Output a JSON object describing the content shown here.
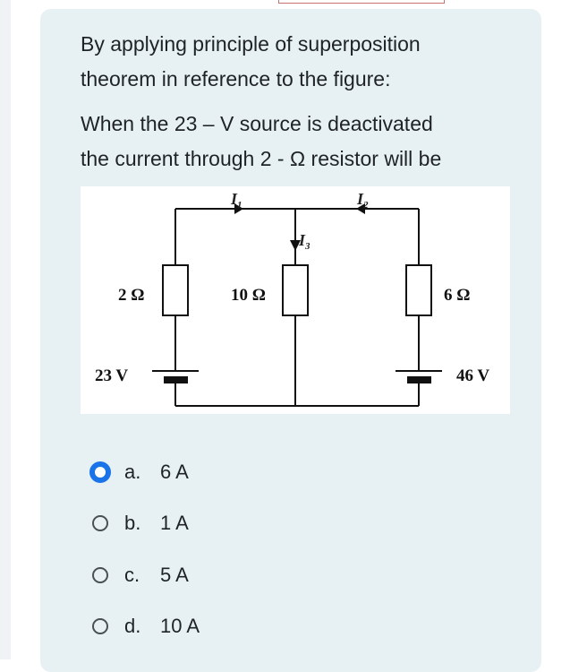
{
  "question": {
    "line1": "By applying principle of superposition",
    "line2": "theorem in reference to the figure:",
    "line3": "When the 23 – V source is deactivated",
    "line4": "the current through 2 - Ω resistor will be"
  },
  "figure": {
    "r1": "2 Ω",
    "r2": "10 Ω",
    "r3": "6 Ω",
    "v1": "23 V",
    "v2": "46 V",
    "i1": "I",
    "i1_sub": "1",
    "i2": "I",
    "i2_sub": "2",
    "i3": "I",
    "i3_sub": "3"
  },
  "options": [
    {
      "letter": "a.",
      "text": "6 A",
      "selected": true
    },
    {
      "letter": "b.",
      "text": "1 A",
      "selected": false
    },
    {
      "letter": "c.",
      "text": "5 A",
      "selected": false
    },
    {
      "letter": "d.",
      "text": "10 A",
      "selected": false
    }
  ],
  "colors": {
    "accent": "#1a73e8",
    "card": "#e7f1f4"
  }
}
